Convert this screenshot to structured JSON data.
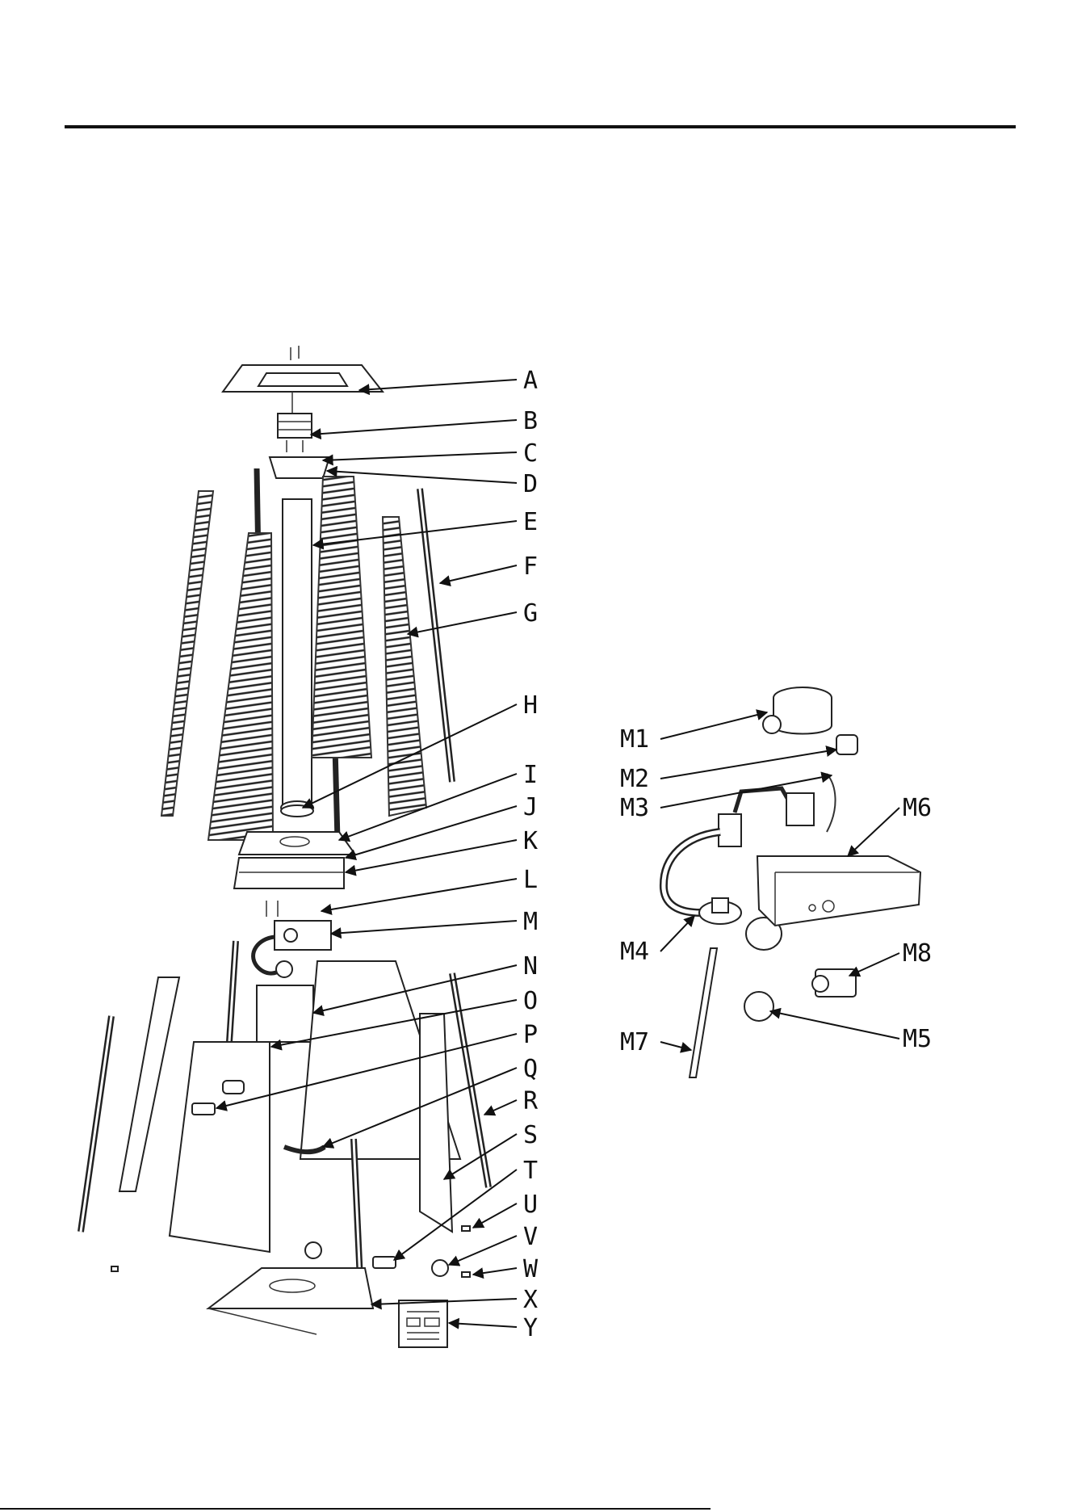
{
  "labels_main": [
    "A",
    "B",
    "C",
    "D",
    "E",
    "F",
    "G",
    "H",
    "I",
    "J",
    "K",
    "L",
    "M",
    "N",
    "O",
    "P",
    "Q",
    "R",
    "S",
    "T",
    "U",
    "V",
    "W",
    "X",
    "Y"
  ],
  "labels_sub": [
    "M1",
    "M2",
    "M3",
    "M4",
    "M5",
    "M6",
    "M7",
    "M8"
  ]
}
